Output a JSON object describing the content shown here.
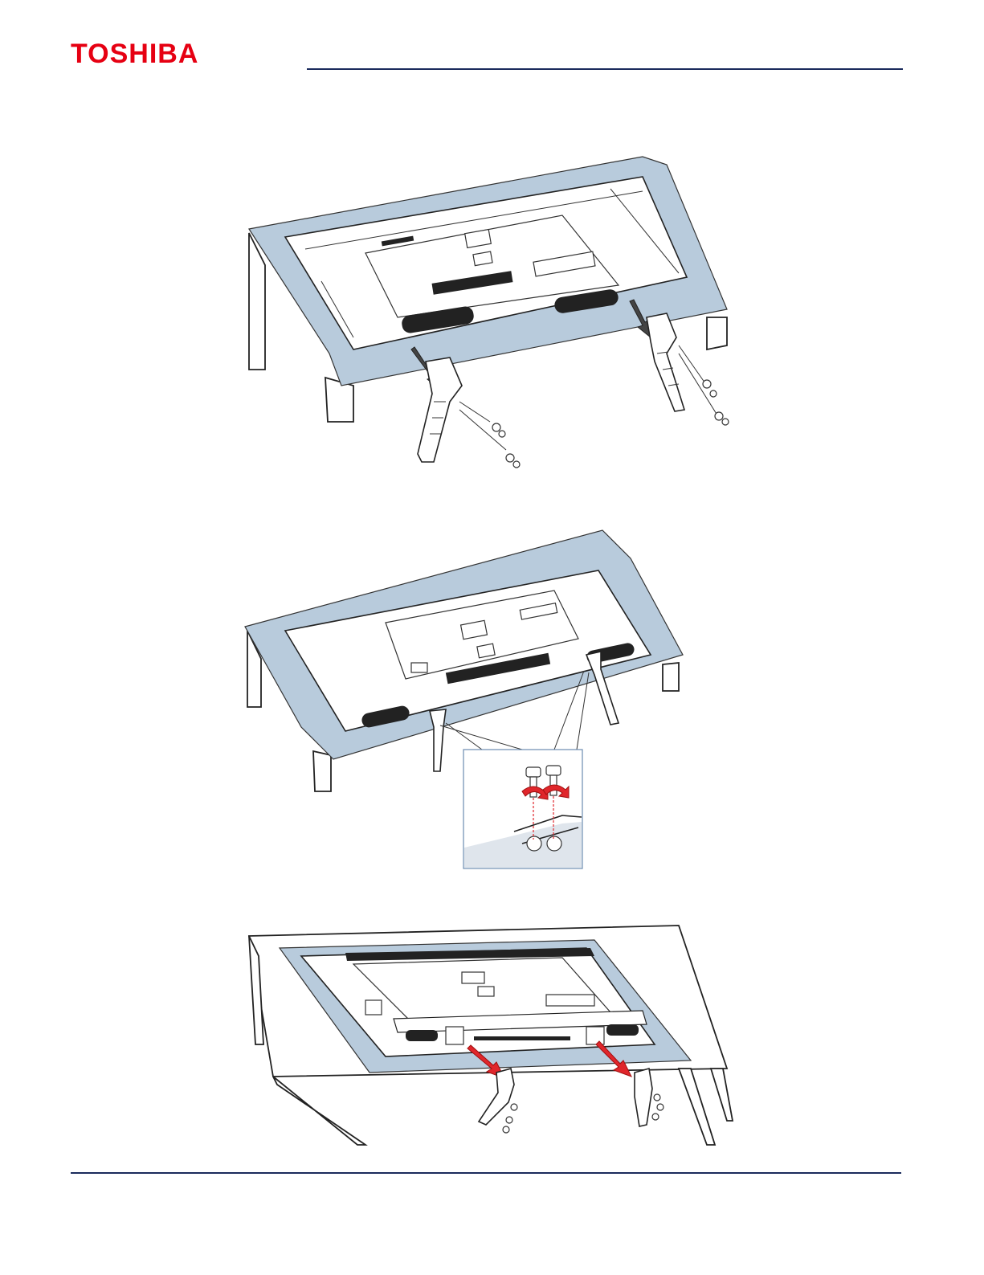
{
  "header": {
    "brand": "TOSHIBA"
  },
  "colors": {
    "brand_red": "#e60012",
    "rule_navy": "#1a2a5c",
    "cloth_blue": "#b8cbdc",
    "arrow_red": "#e0262b"
  },
  "figures": [
    {
      "id": "attach-stands",
      "icon": "tv-stand-attach-illustration"
    },
    {
      "id": "tighten-screws",
      "icon": "tv-stand-screw-detail-illustration"
    },
    {
      "id": "remove-stands",
      "icon": "tv-stand-remove-illustration"
    }
  ]
}
